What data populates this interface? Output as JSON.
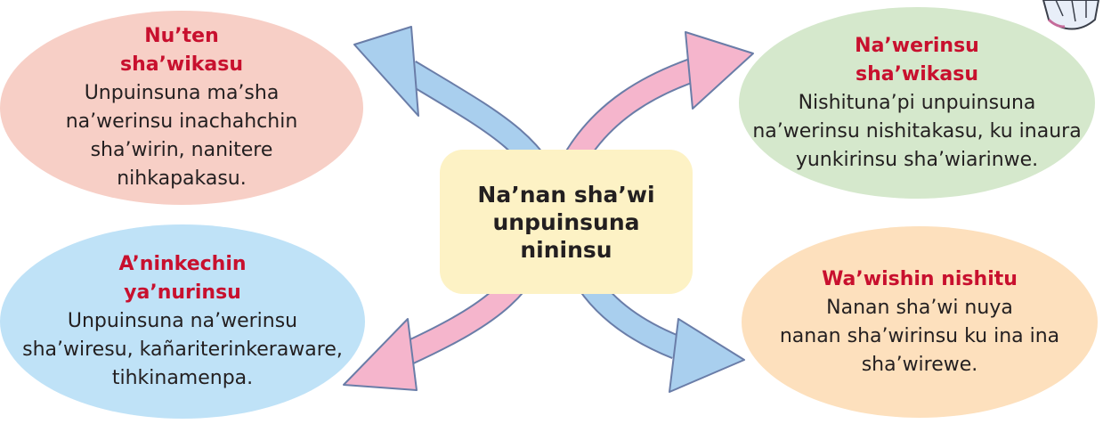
{
  "center": {
    "lines": [
      "Na’nan sha’wi",
      "unpuinsuna",
      "nininsu"
    ]
  },
  "top_left": {
    "title_lines": [
      "Nu’ten",
      "sha’wikasu"
    ],
    "body_lines": [
      "Unpuinsuna ma’sha",
      "na’werinsu inachahchin",
      "sha’wirin, nanitere",
      "nihkapakasu."
    ],
    "color": "#f7cfc6"
  },
  "top_right": {
    "title_lines": [
      "Na’werinsu",
      "sha’wikasu"
    ],
    "body_lines": [
      "Nishituna’pi unpuinsuna",
      "na’werinsu nishitakasu, ku inaura",
      "yunkirinsu sha’wiarinwe."
    ],
    "color": "#d5e8cc"
  },
  "bottom_left": {
    "title_lines": [
      "A’ninkechin",
      "ya’nurinsu"
    ],
    "body_lines": [
      "Unpuinsuna na’werinsu",
      "sha’wiresu, kañariterinkeraware,",
      "tihkinamenpa."
    ],
    "color": "#bfe2f7"
  },
  "bottom_right": {
    "title_lines": [
      "Wa’wishin nishitu"
    ],
    "body_lines": [
      "Nanan sha’wi nuya",
      "nanan sha’wirinsu ku ina ina",
      "sha’wirewe."
    ],
    "color": "#fde0bd"
  },
  "colors": {
    "title_red": "#c8102e",
    "arrow_blue": "#a9cfee",
    "arrow_pink": "#f5b5cc",
    "arrow_stroke": "#6a7da8"
  }
}
